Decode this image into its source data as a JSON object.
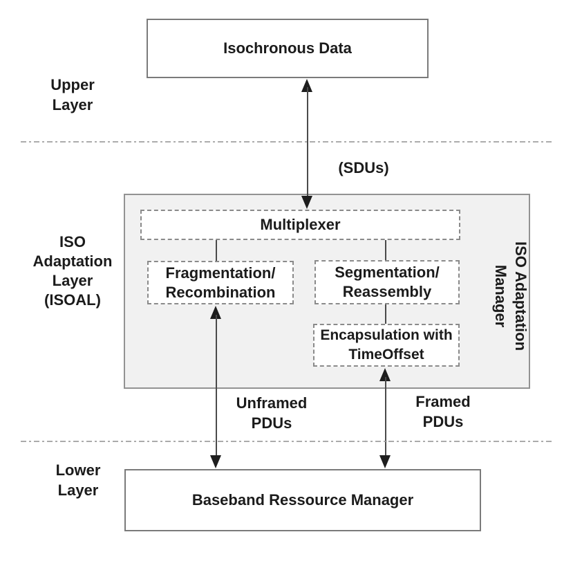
{
  "diagram": {
    "title_implicit": "ISO Adaptation Layer architecture",
    "layer_labels": {
      "upper_layer": {
        "line1": "Upper",
        "line2": "Layer"
      },
      "isoal": {
        "line1": "ISO",
        "line2": "Adaptation",
        "line3": "Layer",
        "line4": "(ISOAL)"
      },
      "lower_layer": {
        "line1": "Lower",
        "line2": "Layer"
      }
    },
    "boxes": {
      "isochronous_data": "Isochronous Data",
      "multiplexer": "Multiplexer",
      "fragmentation": {
        "line1": "Fragmentation/",
        "line2": "Recombination"
      },
      "segmentation": {
        "line1": "Segmentation/",
        "line2": "Reassembly"
      },
      "encapsulation": {
        "line1": "Encapsulation with",
        "line2": "TimeOffset"
      },
      "iso_adaptation_manager": {
        "line1": "ISO Adaptation",
        "line2": "Manager"
      },
      "baseband": "Baseband Ressource Manager"
    },
    "flow_labels": {
      "sdus": "(SDUs)",
      "unframed_pdus": {
        "line1": "Unframed",
        "line2": "PDUs"
      },
      "framed_pdus": {
        "line1": "Framed",
        "line2": "PDUs"
      }
    }
  },
  "colors": {
    "gray_fill": "#f1f1f1",
    "gray_border": "#929292",
    "dash_border": "#8a8a8a",
    "box_border": "#7a7a7a",
    "sep_color": "#ababab",
    "line_color": "#4a4a4a",
    "arrow_color": "#1e1e1e",
    "text_color": "#1b1b1b"
  }
}
